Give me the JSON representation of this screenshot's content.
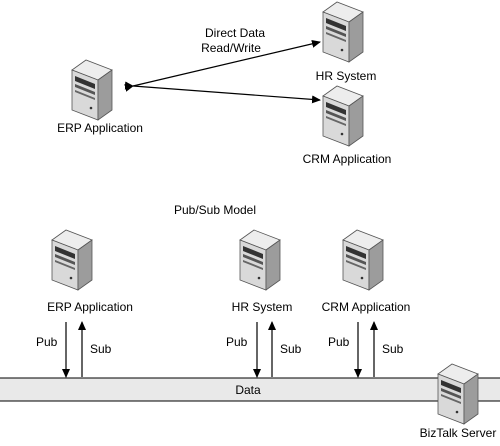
{
  "top": {
    "connection_label_line1": "Direct Data",
    "connection_label_line2": "Read/Write",
    "servers": {
      "erp": "ERP Application",
      "hr": "HR System",
      "crm": "CRM Application"
    }
  },
  "bottom": {
    "model_title": "Pub/Sub Model",
    "servers": {
      "erp": "ERP Application",
      "hr": "HR System",
      "crm": "CRM Application"
    },
    "pub_label": "Pub",
    "sub_label": "Sub",
    "bus_label": "Data",
    "biztalk_label": "BizTalk Server"
  },
  "colors": {
    "server_light": "#e6e6e6",
    "server_mid": "#c4c4c4",
    "server_dark": "#8a8a8a",
    "bus_fill": "#e9e9e9",
    "line": "#000000"
  },
  "icons": [
    "server-icon",
    "arrow-icon"
  ]
}
